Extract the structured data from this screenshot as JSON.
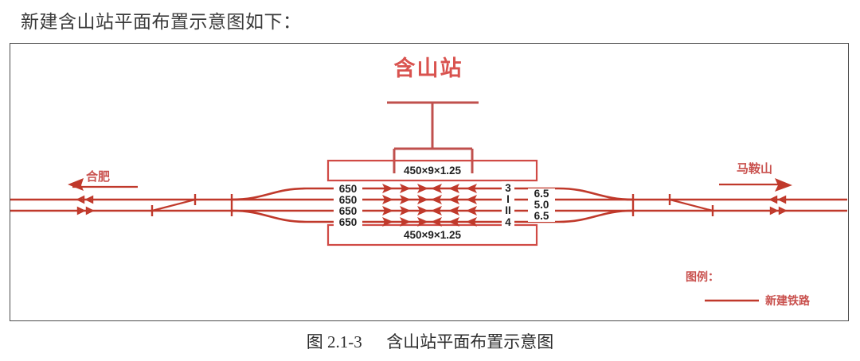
{
  "heading": "新建含山站平面布置示意图如下：",
  "caption": {
    "number": "图 2.1-3",
    "title": "含山站平面布置示意图"
  },
  "diagram": {
    "station_name": "含山站",
    "direction_left": "合肥",
    "direction_right": "马鞍山",
    "platform_top_label": "450×9×1.25",
    "platform_bottom_label": "450×9×1.25",
    "track_length_labels": [
      "650",
      "650",
      "650",
      "650"
    ],
    "track_numbers": [
      "3",
      "I",
      "II",
      "4"
    ],
    "track_spacings": [
      "6.5",
      "5.0",
      "6.5"
    ],
    "legend": {
      "title": "图例：",
      "entry_label": "新建铁路"
    },
    "colors": {
      "rail": "#c0392b",
      "station_text": "#d9534f",
      "frame": "#4c4c4c",
      "label_text": "#1f1f1f"
    }
  }
}
